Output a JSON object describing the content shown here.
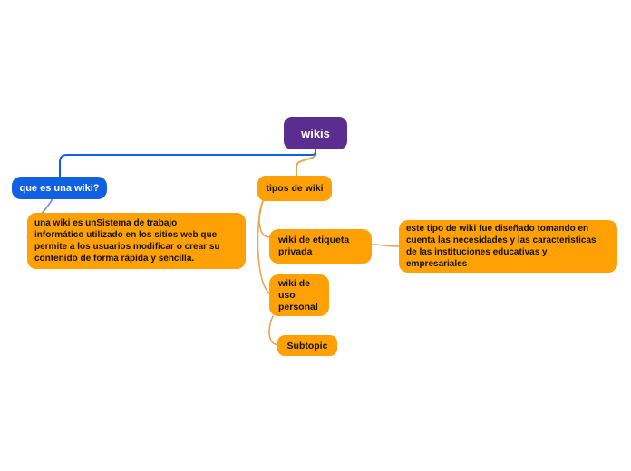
{
  "app": {
    "type": "mind-map",
    "title": "wikis mind map"
  },
  "colors": {
    "background": "#ffffff",
    "purple": "#5C2D90",
    "blue": "#1160E2",
    "orange": "#FFA005",
    "blue_line": "#1160E2",
    "blue_line_light": "#6A8FDC",
    "orange_line": "#ECA54E",
    "text_dark": "#111111",
    "text_light": "#ffffff"
  },
  "nodes": {
    "root": {
      "label": "wikis"
    },
    "que_es": {
      "label": "que es una wiki?"
    },
    "que_es_desc": {
      "label": "una wiki es unSistema de trabajo\ninformático utilizado en los sitios web que\npermite a los usuarios modificar o crear su\ncontenido de forma rápida y sencilla."
    },
    "tipos": {
      "label": "tipos de wiki"
    },
    "etiqueta": {
      "label": "wiki de etiqueta\nprivada"
    },
    "etiqueta_desc": {
      "label": "este tipo de wiki fue diseñado tomando en\ncuenta las necesidades y las caracteristicas\nde las instituciones educativas y\nempresariales"
    },
    "uso_personal": {
      "label": "wiki de\nuso\npersonal"
    },
    "subtopic": {
      "label": "Subtopic"
    }
  },
  "edges": [
    {
      "from": "wikis",
      "to": "que es una wiki?"
    },
    {
      "from": "wikis",
      "to": "tipos de wiki"
    },
    {
      "from": "que es una wiki?",
      "to": "una wiki es unSistema de trabajo informático..."
    },
    {
      "from": "tipos de wiki",
      "to": "wiki de etiqueta privada"
    },
    {
      "from": "tipos de wiki",
      "to": "wiki de uso personal"
    },
    {
      "from": "wiki de etiqueta privada",
      "to": "este tipo de wiki fue diseñado tomando en cuenta..."
    },
    {
      "from": "wiki de uso personal",
      "to": "Subtopic"
    }
  ]
}
